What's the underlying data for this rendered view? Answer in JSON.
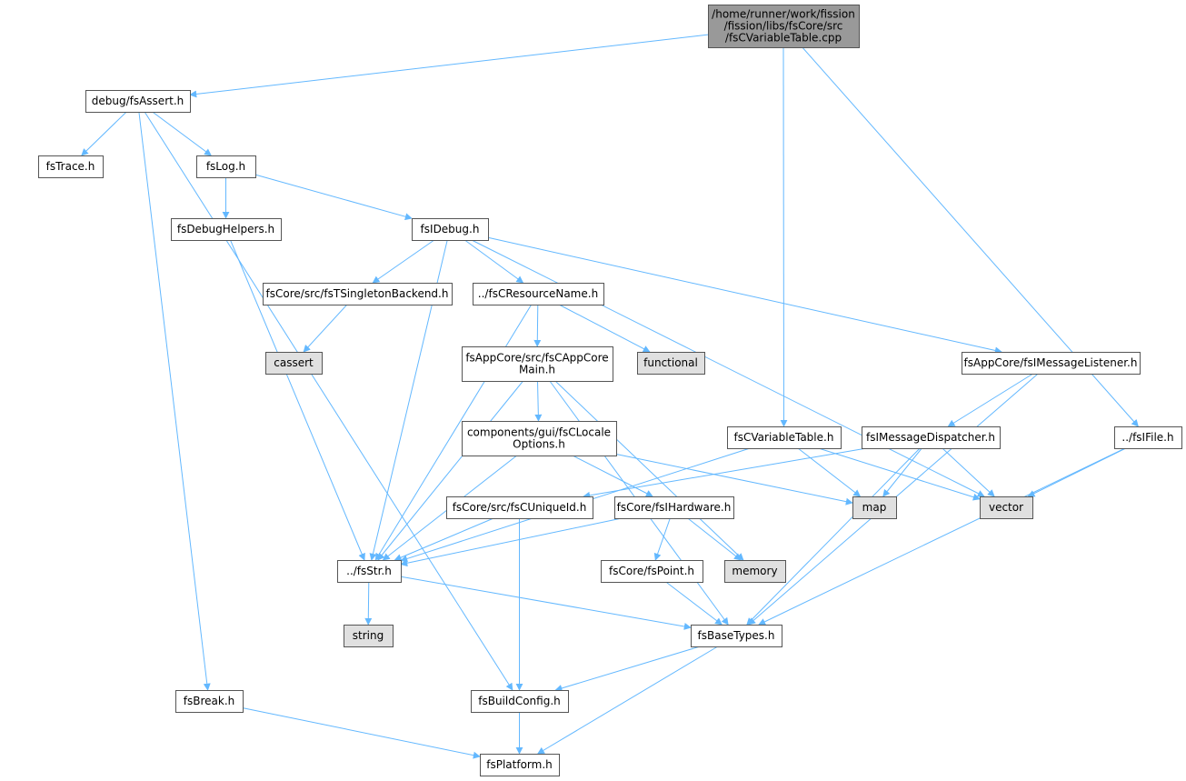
{
  "colors": {
    "edge": "#63b8ff",
    "border": "#555555",
    "root_fill": "#999999",
    "header_fill": "#ffffff",
    "system_fill": "#e0e0e0"
  },
  "nodes": [
    {
      "id": "root",
      "kind": "root",
      "lines": [
        "/home/runner/work/fission",
        "/fission/libs/fsCore/src",
        "/fsCVariableTable.cpp"
      ]
    },
    {
      "id": "fsassert",
      "kind": "header",
      "lines": [
        "debug/fsAssert.h"
      ]
    },
    {
      "id": "fstrace",
      "kind": "header",
      "lines": [
        "fsTrace.h"
      ]
    },
    {
      "id": "fslog",
      "kind": "header",
      "lines": [
        "fsLog.h"
      ]
    },
    {
      "id": "fsdebughelpers",
      "kind": "header",
      "lines": [
        "fsDebugHelpers.h"
      ]
    },
    {
      "id": "fsidebug",
      "kind": "header",
      "lines": [
        "fsIDebug.h"
      ]
    },
    {
      "id": "fstsingleton",
      "kind": "header",
      "lines": [
        "fsCore/src/fsTSingletonBackend.h"
      ]
    },
    {
      "id": "fscresourcename",
      "kind": "header",
      "lines": [
        "../fsCResourceName.h"
      ]
    },
    {
      "id": "cassert",
      "kind": "system",
      "lines": [
        "cassert"
      ]
    },
    {
      "id": "fsappcoremain",
      "kind": "header",
      "lines": [
        "fsAppCore/src/fsCAppCore",
        "Main.h"
      ]
    },
    {
      "id": "functional",
      "kind": "system",
      "lines": [
        "functional"
      ]
    },
    {
      "id": "fsimessagelistener",
      "kind": "header",
      "lines": [
        "fsAppCore/fsIMessageListener.h"
      ]
    },
    {
      "id": "fscvariabletable",
      "kind": "header",
      "lines": [
        "fsCVariableTable.h"
      ]
    },
    {
      "id": "fsimessagedispatcher",
      "kind": "header",
      "lines": [
        "fsIMessageDispatcher.h"
      ]
    },
    {
      "id": "fsifile",
      "kind": "header",
      "lines": [
        "../fsIFile.h"
      ]
    },
    {
      "id": "localeoptions",
      "kind": "header",
      "lines": [
        "components/gui/fsCLocale",
        "Options.h"
      ]
    },
    {
      "id": "fscuniqueid",
      "kind": "header",
      "lines": [
        "fsCore/src/fsCUniqueId.h"
      ]
    },
    {
      "id": "fsihardware",
      "kind": "header",
      "lines": [
        "fsCore/fsIHardware.h"
      ]
    },
    {
      "id": "map",
      "kind": "system",
      "lines": [
        "map"
      ]
    },
    {
      "id": "vector",
      "kind": "system",
      "lines": [
        "vector"
      ]
    },
    {
      "id": "fsstr",
      "kind": "header",
      "lines": [
        "../fsStr.h"
      ]
    },
    {
      "id": "fspoint",
      "kind": "header",
      "lines": [
        "fsCore/fsPoint.h"
      ]
    },
    {
      "id": "memory",
      "kind": "system",
      "lines": [
        "memory"
      ]
    },
    {
      "id": "string",
      "kind": "system",
      "lines": [
        "string"
      ]
    },
    {
      "id": "fsbasetypes",
      "kind": "header",
      "lines": [
        "fsBaseTypes.h"
      ]
    },
    {
      "id": "fsbreak",
      "kind": "header",
      "lines": [
        "fsBreak.h"
      ]
    },
    {
      "id": "fsbuildconfig",
      "kind": "header",
      "lines": [
        "fsBuildConfig.h"
      ]
    },
    {
      "id": "fsplatform",
      "kind": "header",
      "lines": [
        "fsPlatform.h"
      ]
    }
  ],
  "edges": [
    [
      "root",
      "fsassert"
    ],
    [
      "root",
      "fscvariabletable"
    ],
    [
      "root",
      "fsifile"
    ],
    [
      "fsassert",
      "fstrace"
    ],
    [
      "fsassert",
      "fslog"
    ],
    [
      "fsassert",
      "fsbreak"
    ],
    [
      "fsassert",
      "fsbuildconfig"
    ],
    [
      "fslog",
      "fsdebughelpers"
    ],
    [
      "fslog",
      "fsidebug"
    ],
    [
      "fsdebughelpers",
      "fsstr"
    ],
    [
      "fsidebug",
      "fsstr"
    ],
    [
      "fsidebug",
      "fstsingleton"
    ],
    [
      "fsidebug",
      "fscresourcename"
    ],
    [
      "fsidebug",
      "fsimessagelistener"
    ],
    [
      "fsidebug",
      "vector"
    ],
    [
      "fstsingleton",
      "cassert"
    ],
    [
      "fscresourcename",
      "fsstr"
    ],
    [
      "fscresourcename",
      "fsappcoremain"
    ],
    [
      "fscresourcename",
      "functional"
    ],
    [
      "fsappcoremain",
      "fsstr"
    ],
    [
      "fsappcoremain",
      "localeoptions"
    ],
    [
      "fsappcoremain",
      "memory"
    ],
    [
      "fsappcoremain",
      "fsbasetypes"
    ],
    [
      "fsimessagelistener",
      "fsimessagedispatcher"
    ],
    [
      "fsimessagelistener",
      "fsbasetypes"
    ],
    [
      "fscvariabletable",
      "fsstr"
    ],
    [
      "fscvariabletable",
      "map"
    ],
    [
      "fscvariabletable",
      "vector"
    ],
    [
      "fsimessagedispatcher",
      "fscuniqueid"
    ],
    [
      "fsimessagedispatcher",
      "map"
    ],
    [
      "fsimessagedispatcher",
      "vector"
    ],
    [
      "fsimessagedispatcher",
      "fsbasetypes"
    ],
    [
      "fsifile",
      "vector"
    ],
    [
      "fsifile",
      "fsbasetypes"
    ],
    [
      "localeoptions",
      "fsstr"
    ],
    [
      "localeoptions",
      "fsihardware"
    ],
    [
      "localeoptions",
      "map"
    ],
    [
      "fscuniqueid",
      "fsstr"
    ],
    [
      "fscuniqueid",
      "fsbuildconfig"
    ],
    [
      "fsihardware",
      "fsstr"
    ],
    [
      "fsihardware",
      "fspoint"
    ],
    [
      "fsihardware",
      "memory"
    ],
    [
      "fsstr",
      "string"
    ],
    [
      "fsstr",
      "fsbasetypes"
    ],
    [
      "fspoint",
      "fsbasetypes"
    ],
    [
      "fsbasetypes",
      "fsbuildconfig"
    ],
    [
      "fsbasetypes",
      "fsplatform"
    ],
    [
      "fsbreak",
      "fsplatform"
    ],
    [
      "fsbuildconfig",
      "fsplatform"
    ]
  ]
}
